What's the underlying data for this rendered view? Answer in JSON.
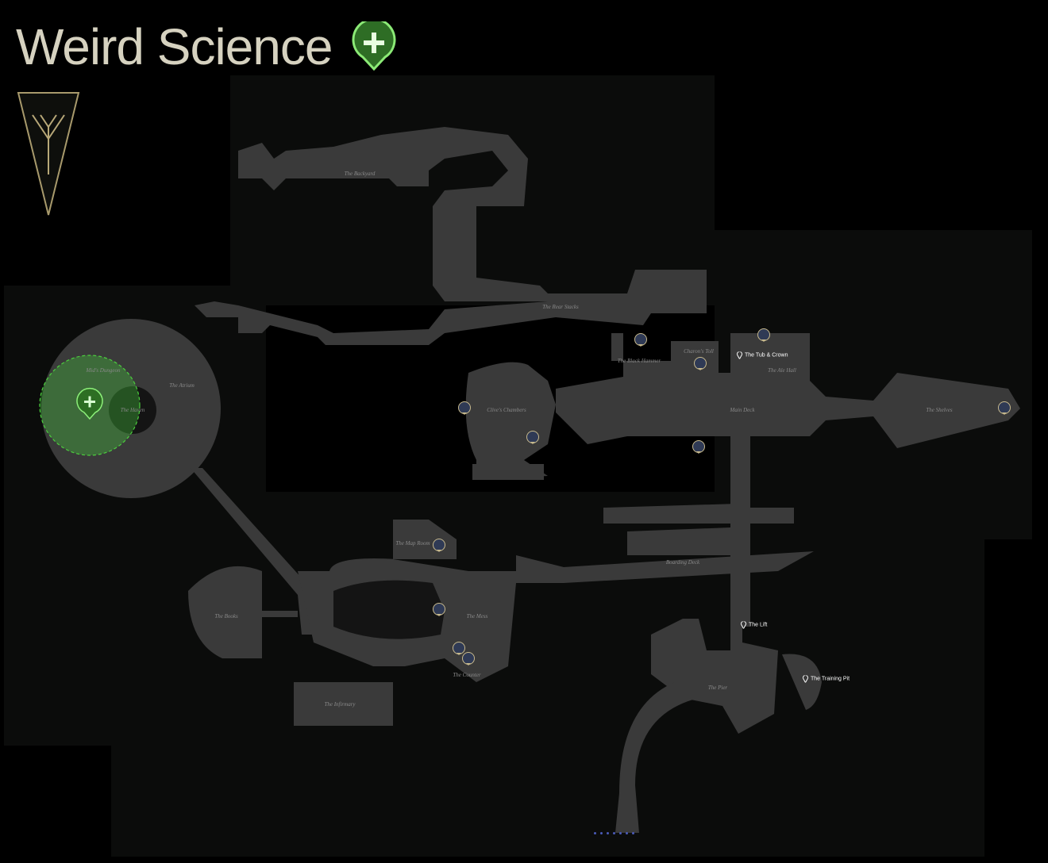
{
  "title": "Weird Science",
  "accent_color": "#5fd44a",
  "room_labels": {
    "backyard": "The Backyard",
    "rear_stacks": "The Rear Stacks",
    "black_hammer": "The Black Hammer",
    "charons_toll": "Charon's Toll",
    "ale_hall": "The Ale Hall",
    "cliives_chambers": "Clive's Chambers",
    "main_deck": "Main Deck",
    "shelves": "The Shelves",
    "mids_dungeon": "Mid's Dungeon",
    "atrium": "The Atrium",
    "haven": "The Haven",
    "map_room": "The Map Room",
    "boarding_deck": "Boarding Deck",
    "books": "The Books",
    "mess": "The Mess",
    "counter": "The Counter",
    "pier": "The Pier",
    "infirmary": "The Infirmary"
  },
  "pins": {
    "tub_crown": "The Tub & Crown",
    "lift": "The Lift",
    "training_pit": "The Training Pit"
  },
  "pager": {
    "pages": 7
  }
}
